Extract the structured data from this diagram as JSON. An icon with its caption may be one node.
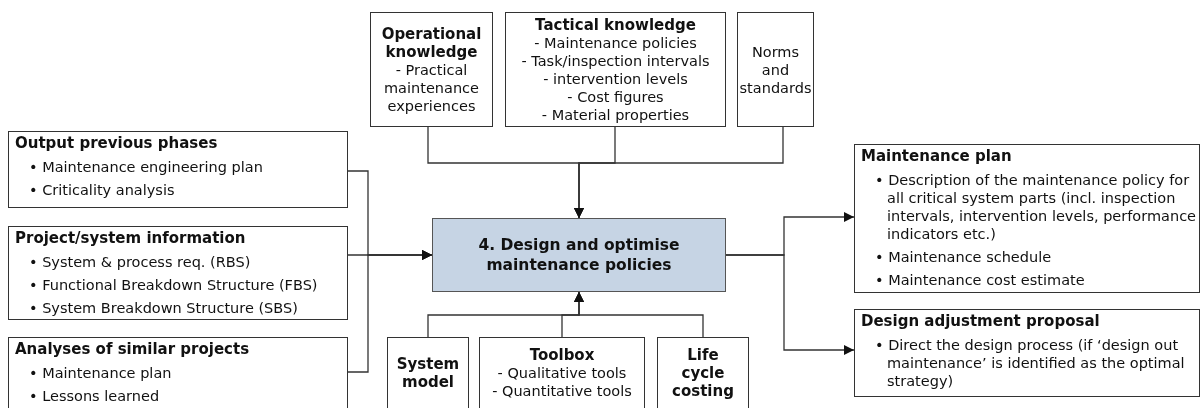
{
  "diagram": {
    "nodes": [
      {
        "text": [
          "Output previous phases",
          "• Maintenance engineering plan",
          "• Criticality analysis"
        ]
      },
      {
        "text": [
          "Project/system information",
          "• System & process req. (RBS)",
          "• Functional Breakdown Structure (FBS)",
          "• System Breakdown Structure (SBS)"
        ]
      },
      {
        "text": [
          "Analyses of similar projects",
          "• Maintenance plan",
          "• Lessons learned"
        ]
      },
      {
        "text": [
          "Operational knowledge",
          "- Practical maintenance experiences"
        ]
      },
      {
        "text": [
          "Tactical knowledge",
          "- Maintenance policies",
          "- Task/inspection intervals",
          "- intervention levels",
          "- Cost figures",
          "- Material properties"
        ]
      },
      {
        "text": [
          "Norms and standards"
        ]
      },
      {
        "text": [
          "4. Design and optimise maintenance policies"
        ]
      },
      {
        "text": [
          "System model"
        ]
      },
      {
        "text": [
          "Toolbox",
          "- Qualitative tools",
          "- Quantitative tools"
        ]
      },
      {
        "text": [
          "Life cycle costing"
        ]
      },
      {
        "text": [
          "Maintenance plan",
          "• Description of the maintenance policy for all critical system parts (incl. inspection intervals, intervention levels, performance indicators etc.)",
          "• Maintenance schedule",
          "• Maintenance cost estimate"
        ]
      },
      {
        "text": [
          "Design adjustment proposal",
          "• Direct the design process (if ‘design out maintenance’ is identified as the optimal strategy)"
        ]
      }
    ],
    "edges": [
      {
        "from": 0,
        "to": 6,
        "arrow": "to"
      },
      {
        "from": 1,
        "to": 6,
        "arrow": "to"
      },
      {
        "from": 2,
        "to": 6,
        "arrow": "to"
      },
      {
        "from": 3,
        "to": 6,
        "arrow": "to"
      },
      {
        "from": 4,
        "to": 6,
        "arrow": "to"
      },
      {
        "from": 5,
        "to": 6,
        "arrow": "to"
      },
      {
        "from": 7,
        "to": 6,
        "arrow": "to"
      },
      {
        "from": 8,
        "to": 6,
        "arrow": "to"
      },
      {
        "from": 9,
        "to": 6,
        "arrow": "to"
      },
      {
        "from": 6,
        "to": 10,
        "arrow": "to"
      },
      {
        "from": 6,
        "to": 11,
        "arrow": "to"
      }
    ]
  }
}
